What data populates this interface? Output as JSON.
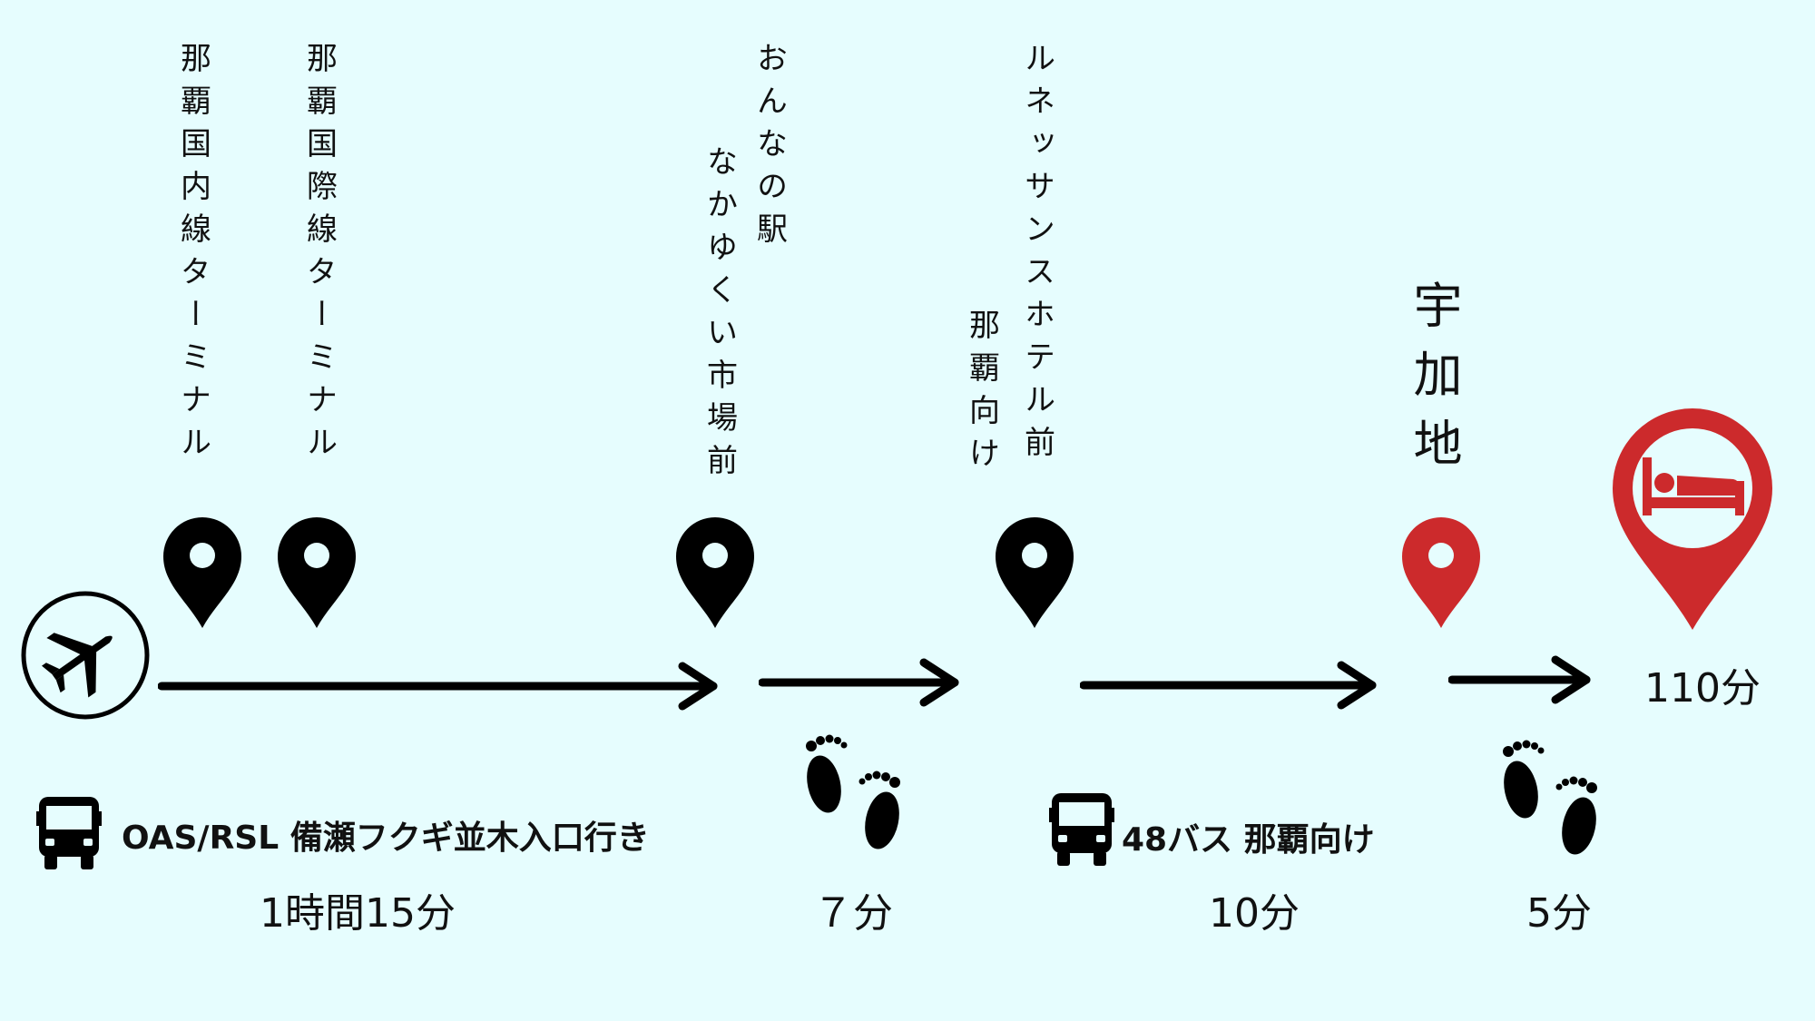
{
  "stops": [
    {
      "name": "那覇国内線ターミナル"
    },
    {
      "name": "那覇国際線ターミナル"
    },
    {
      "name_line1": "おんなの駅",
      "name_line2": "なかゆくい市場前"
    },
    {
      "name_line1": "ルネッサンスホテル前",
      "name_line2": "那覇向け"
    },
    {
      "name": "宇加地"
    }
  ],
  "legs": [
    {
      "label": "OAS/RSL 備瀬フクギ並木入口行き",
      "duration": "1時間15分",
      "mode_icon": "bus-icon"
    },
    {
      "duration": "７分",
      "mode_icon": "footprints-icon"
    },
    {
      "label": "48バス 那覇向け",
      "duration": "10分",
      "mode_icon": "bus-icon"
    },
    {
      "duration": "5分",
      "mode_icon": "footprints-icon"
    }
  ],
  "total": "110分",
  "colors": {
    "background": "#e6fdfe",
    "ink": "#000000",
    "accent": "#cc2a2c"
  }
}
